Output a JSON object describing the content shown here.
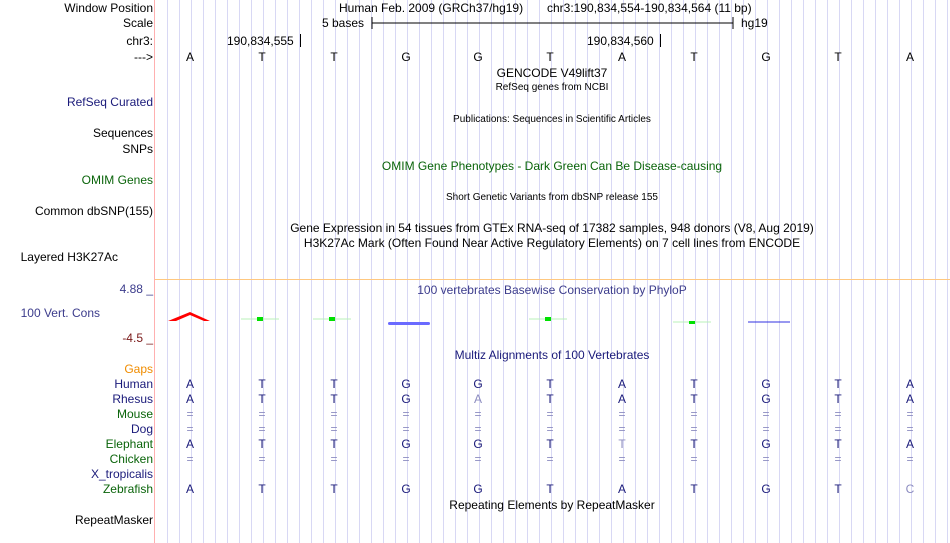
{
  "labels": {
    "window_position": "Window Position",
    "scale": "Scale",
    "chr": "chr3:",
    "strand": "--->",
    "refseq": "RefSeq Curated",
    "sequences": "Sequences",
    "snps": "SNPs",
    "omim": "OMIM Genes",
    "dbsnp": "Common dbSNP(155)",
    "h3k27ac": "Layered H3K27Ac",
    "cons_max": "4.88 _",
    "cons": "100 Vert. Cons",
    "cons_min": "-4.5 _",
    "gaps": "Gaps",
    "repeatmasker": "RepeatMasker"
  },
  "header": {
    "assembly": "Human Feb. 2009 (GRCh37/hg19)",
    "position": "chr3:190,834,554-190,834,564 (11 bp)",
    "scale_label": "5 bases",
    "scale_db": "hg19",
    "pos1": "190,834,555",
    "pos2": "190,834,560"
  },
  "bases": [
    "A",
    "T",
    "T",
    "G",
    "G",
    "T",
    "A",
    "T",
    "G",
    "T",
    "A"
  ],
  "tracks": {
    "gencode": "GENCODE V49lift37",
    "refseq_sub": "RefSeq genes from NCBI",
    "publications": "Publications: Sequences in Scientific Articles",
    "omim_title": "OMIM Gene Phenotypes - Dark Green Can Be Disease-causing",
    "dbsnp_title": "Short Genetic Variants from dbSNP release 155",
    "gtex": "Gene Expression in 54 tissues from GTEx RNA-seq of 17382 samples, 948 donors (V8, Aug 2019)",
    "h3k27ac_title": "H3K27Ac Mark (Often Found Near Active Regulatory Elements) on 7 cell lines from ENCODE",
    "cons_title": "100 vertebrates Basewise Conservation by PhyloP",
    "multiz_title": "Multiz Alignments of 100 Vertebrates",
    "repeat_title": "Repeating Elements by RepeatMasker"
  },
  "species": [
    {
      "name": "Human",
      "color": "navy",
      "seq": [
        "A",
        "T",
        "T",
        "G",
        "G",
        "T",
        "A",
        "T",
        "G",
        "T",
        "A"
      ],
      "mismatch": []
    },
    {
      "name": "Rhesus",
      "color": "navy",
      "seq": [
        "A",
        "T",
        "T",
        "G",
        "A",
        "T",
        "A",
        "T",
        "G",
        "T",
        "A"
      ],
      "mismatch": [
        4
      ]
    },
    {
      "name": "Mouse",
      "color": "green",
      "seq": [
        "=",
        "=",
        "=",
        "=",
        "=",
        "=",
        "=",
        "=",
        "=",
        "=",
        "="
      ],
      "mismatch": []
    },
    {
      "name": "Dog",
      "color": "navy",
      "seq": [
        "=",
        "=",
        "=",
        "=",
        "=",
        "=",
        "=",
        "=",
        "=",
        "=",
        "="
      ],
      "mismatch": []
    },
    {
      "name": "Elephant",
      "color": "green",
      "seq": [
        "A",
        "T",
        "T",
        "G",
        "G",
        "T",
        "T",
        "T",
        "G",
        "T",
        "A"
      ],
      "mismatch": [
        6
      ]
    },
    {
      "name": "Chicken",
      "color": "green",
      "seq": [
        "=",
        "=",
        "=",
        "=",
        "=",
        "=",
        "=",
        "=",
        "=",
        "=",
        "="
      ],
      "mismatch": []
    },
    {
      "name": "X_tropicalis",
      "color": "navy",
      "seq": [],
      "mismatch": []
    },
    {
      "name": "Zebrafish",
      "color": "green",
      "seq": [
        "A",
        "T",
        "T",
        "G",
        "G",
        "T",
        "A",
        "T",
        "G",
        "T",
        "C"
      ],
      "mismatch": [
        10
      ]
    }
  ],
  "colors": {
    "grid": "#d8d8f4",
    "navy": "#1a1a7a",
    "green": "#0a640a",
    "cons_pos": "#00e000",
    "cons_neg": "#1414e0",
    "cons_high": "#ff0000"
  }
}
